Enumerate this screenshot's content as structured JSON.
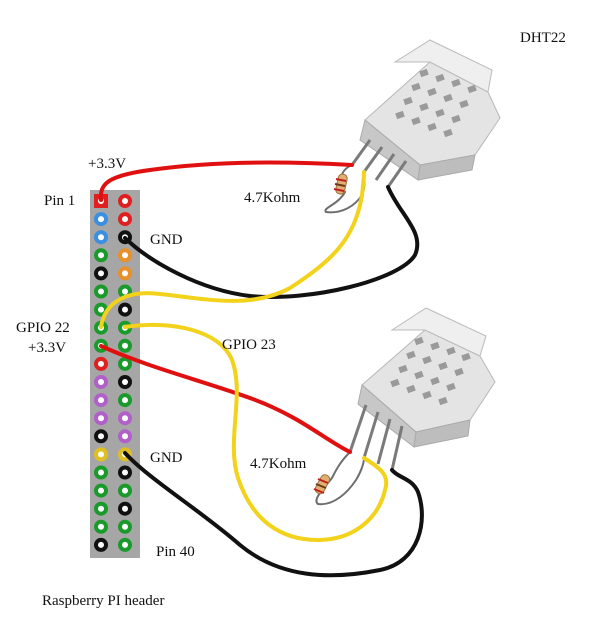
{
  "diagram": {
    "sensor_label": "DHT22",
    "caption": "Raspberry PI header",
    "pin1": "Pin 1",
    "pin40": "Pin 40",
    "vcc_top": "+3.3V",
    "gnd_top": "GND",
    "gpio22": "GPIO 22",
    "vcc_mid": "+3.3V",
    "gpio23": "GPIO 23",
    "gnd_bottom": "GND",
    "resistor_top": "4.7Kohm",
    "resistor_bottom": "4.7Kohm"
  },
  "colors": {
    "wire_power": "#e01010",
    "wire_data": "#f2d21a",
    "wire_ground": "#111111",
    "header_bg": "#a6a6a6",
    "pin_power": "#e02020",
    "pin_gpio": "#1a9a2a",
    "pin_ground": "#111111",
    "pin_i2c": "#3a8fe0",
    "pin_5v": "#e8902a",
    "pin_spi": "#b060c8",
    "pin_eeprom": "#e0c020",
    "sensor_body": "#d8d8d8"
  },
  "header_pins": [
    [
      "power",
      "power"
    ],
    [
      "i2c",
      "power"
    ],
    [
      "i2c",
      "ground"
    ],
    [
      "gpio",
      "5v"
    ],
    [
      "ground",
      "5v"
    ],
    [
      "gpio",
      "gpio"
    ],
    [
      "gpio",
      "ground"
    ],
    [
      "gpio",
      "gpio"
    ],
    [
      "gpio",
      "gpio"
    ],
    [
      "power",
      "gpio"
    ],
    [
      "spi",
      "ground"
    ],
    [
      "spi",
      "gpio"
    ],
    [
      "spi",
      "spi"
    ],
    [
      "ground",
      "spi"
    ],
    [
      "eeprom",
      "eeprom"
    ],
    [
      "gpio",
      "ground"
    ],
    [
      "gpio",
      "gpio"
    ],
    [
      "gpio",
      "ground"
    ],
    [
      "gpio",
      "gpio"
    ],
    [
      "ground",
      "gpio"
    ]
  ]
}
